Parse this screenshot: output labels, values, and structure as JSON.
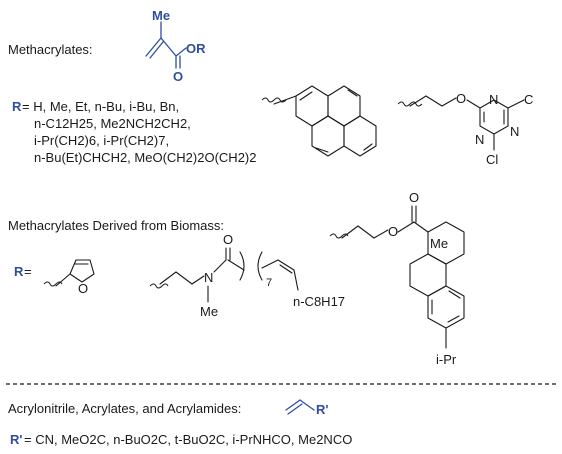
{
  "section1": {
    "label": "Methacrylates:",
    "monomer_me": "Me",
    "monomer_or": "OR",
    "monomer_o": "O",
    "r_symbol": "R",
    "r_line1": " = H, Me, Et, n-Bu, i-Bu, Bn,",
    "r_line2": "n-C12H25, Me2NCH2CH2,",
    "r_line3": "i-Pr(CH2)6, i-Pr(CH2)7,",
    "r_line4": "n-Bu(Et)CHCH2, MeO(CH2)2O(CH2)2",
    "triazine_n": "N",
    "triazine_o": "O",
    "triazine_cl": "Cl",
    "triazine_c": "C"
  },
  "section2": {
    "label": "Methacrylates Derived from Biomass:",
    "r_symbol": "R",
    "r_equals": " =",
    "furan_o": "O",
    "amide_o": "O",
    "amide_n": "N",
    "amide_me": "Me",
    "amide_subscript": "7",
    "amide_tail": "n-C8H17",
    "abietate_o1": "O",
    "abietate_o2": "O",
    "abietate_me": "Me",
    "abietate_ipr": "i-Pr"
  },
  "section3": {
    "label": "Acrylonitrile, Acrylates, and Acrylamides:",
    "r_prime": "R'",
    "r_prime_line": " = CN, MeO2C, n-BuO2C, t-BuO2C, i-PrNHCO, Me2NCO"
  },
  "colors": {
    "accent": "#2f4f9e",
    "ink": "#1a1a1a"
  }
}
